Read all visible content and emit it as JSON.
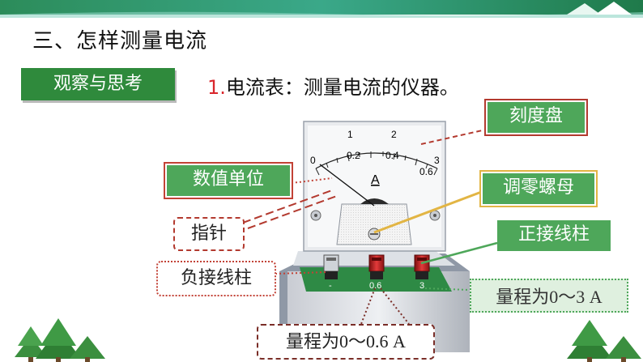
{
  "slide": {
    "title": "三、怎样测量电流",
    "badge": "观察与思考",
    "heading_num": "1.",
    "heading_text": "电流表：测量电流的仪器。"
  },
  "meter": {
    "scale_top": [
      "0",
      "1",
      "2",
      "3"
    ],
    "scale_bottom": [
      "0.2",
      "0.4",
      "0.6"
    ],
    "unit": "A",
    "terminals": [
      "-",
      "0.6",
      "3"
    ]
  },
  "callouts": {
    "dial": "刻度盘",
    "unit": "数值单位",
    "zero_adjust": "调零螺母",
    "pointer": "指针",
    "positive_terminal": "正接线柱",
    "negative_terminal": "负接线柱",
    "range_3": "量程为0～3 A",
    "range_06": "量程为0～0.6 A"
  },
  "colors": {
    "accent_green": "#2f8a3c",
    "label_green": "#4ea75a",
    "accent_red": "#d9262c"
  }
}
